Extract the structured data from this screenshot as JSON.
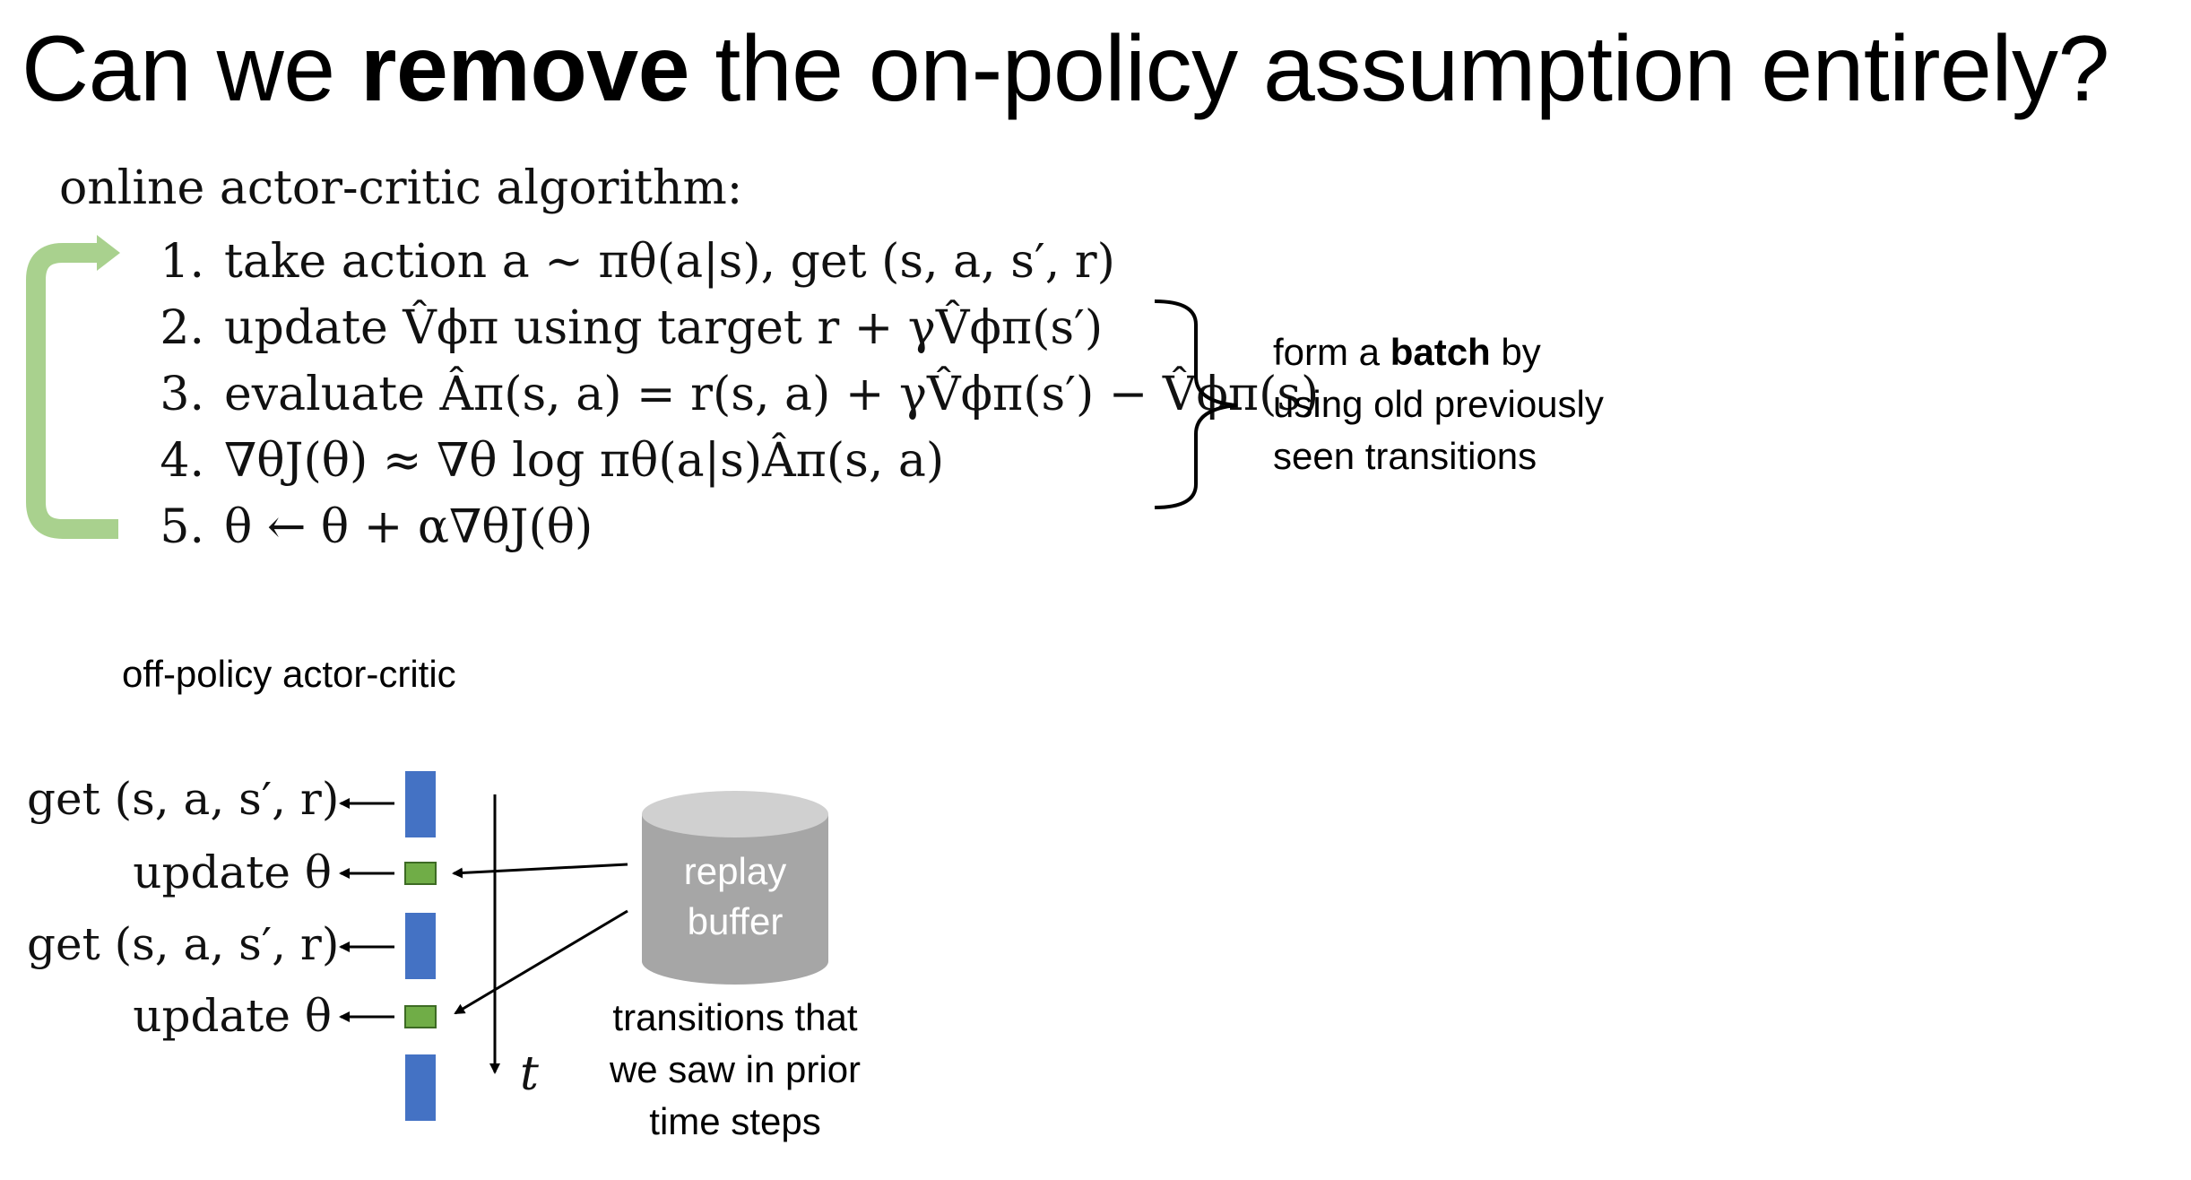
{
  "slide": {
    "title_pre": "Can we ",
    "title_bold": "remove",
    "title_post": " the on-policy assumption entirely?",
    "algorithm_heading": "online actor-critic algorithm:",
    "steps": [
      {
        "num": "1.",
        "text": "take action a ∼ πθ(a|s), get (s, a, s′, r)"
      },
      {
        "num": "2.",
        "text": "update V̂ϕπ using target r + γV̂ϕπ(s′)"
      },
      {
        "num": "3.",
        "text": "evaluate Âπ(s, a) = r(s, a) + γV̂ϕπ(s′) − V̂ϕπ(s)"
      },
      {
        "num": "4.",
        "text": "∇θJ(θ) ≈ ∇θ log πθ(a|s)Âπ(s, a)"
      },
      {
        "num": "5.",
        "text": "θ ← θ + α∇θJ(θ)"
      }
    ],
    "batch_note": {
      "line1_pre": "form a ",
      "line1_bold": "batch",
      "line1_post": " by",
      "line2": "using old previously",
      "line3": "seen transitions"
    },
    "offpolicy_heading": "off-policy actor-critic",
    "timeline": [
      {
        "label": "get (s, a, s′, r)"
      },
      {
        "label": "update θ"
      },
      {
        "label": "get (s, a, s′, r)"
      },
      {
        "label": "update θ"
      }
    ],
    "time_axis_label": "t",
    "buffer": {
      "line1": "replay",
      "line2": "buffer",
      "caption_line1": "transitions that",
      "caption_line2": "we saw in prior",
      "caption_line3": "time steps"
    },
    "colors": {
      "loop_arrow": "#a9d18e",
      "get_block": "#4472c4",
      "update_block": "#70ad47",
      "buffer": "#a6a6a6",
      "buffer_top": "#d0d0d0"
    }
  }
}
